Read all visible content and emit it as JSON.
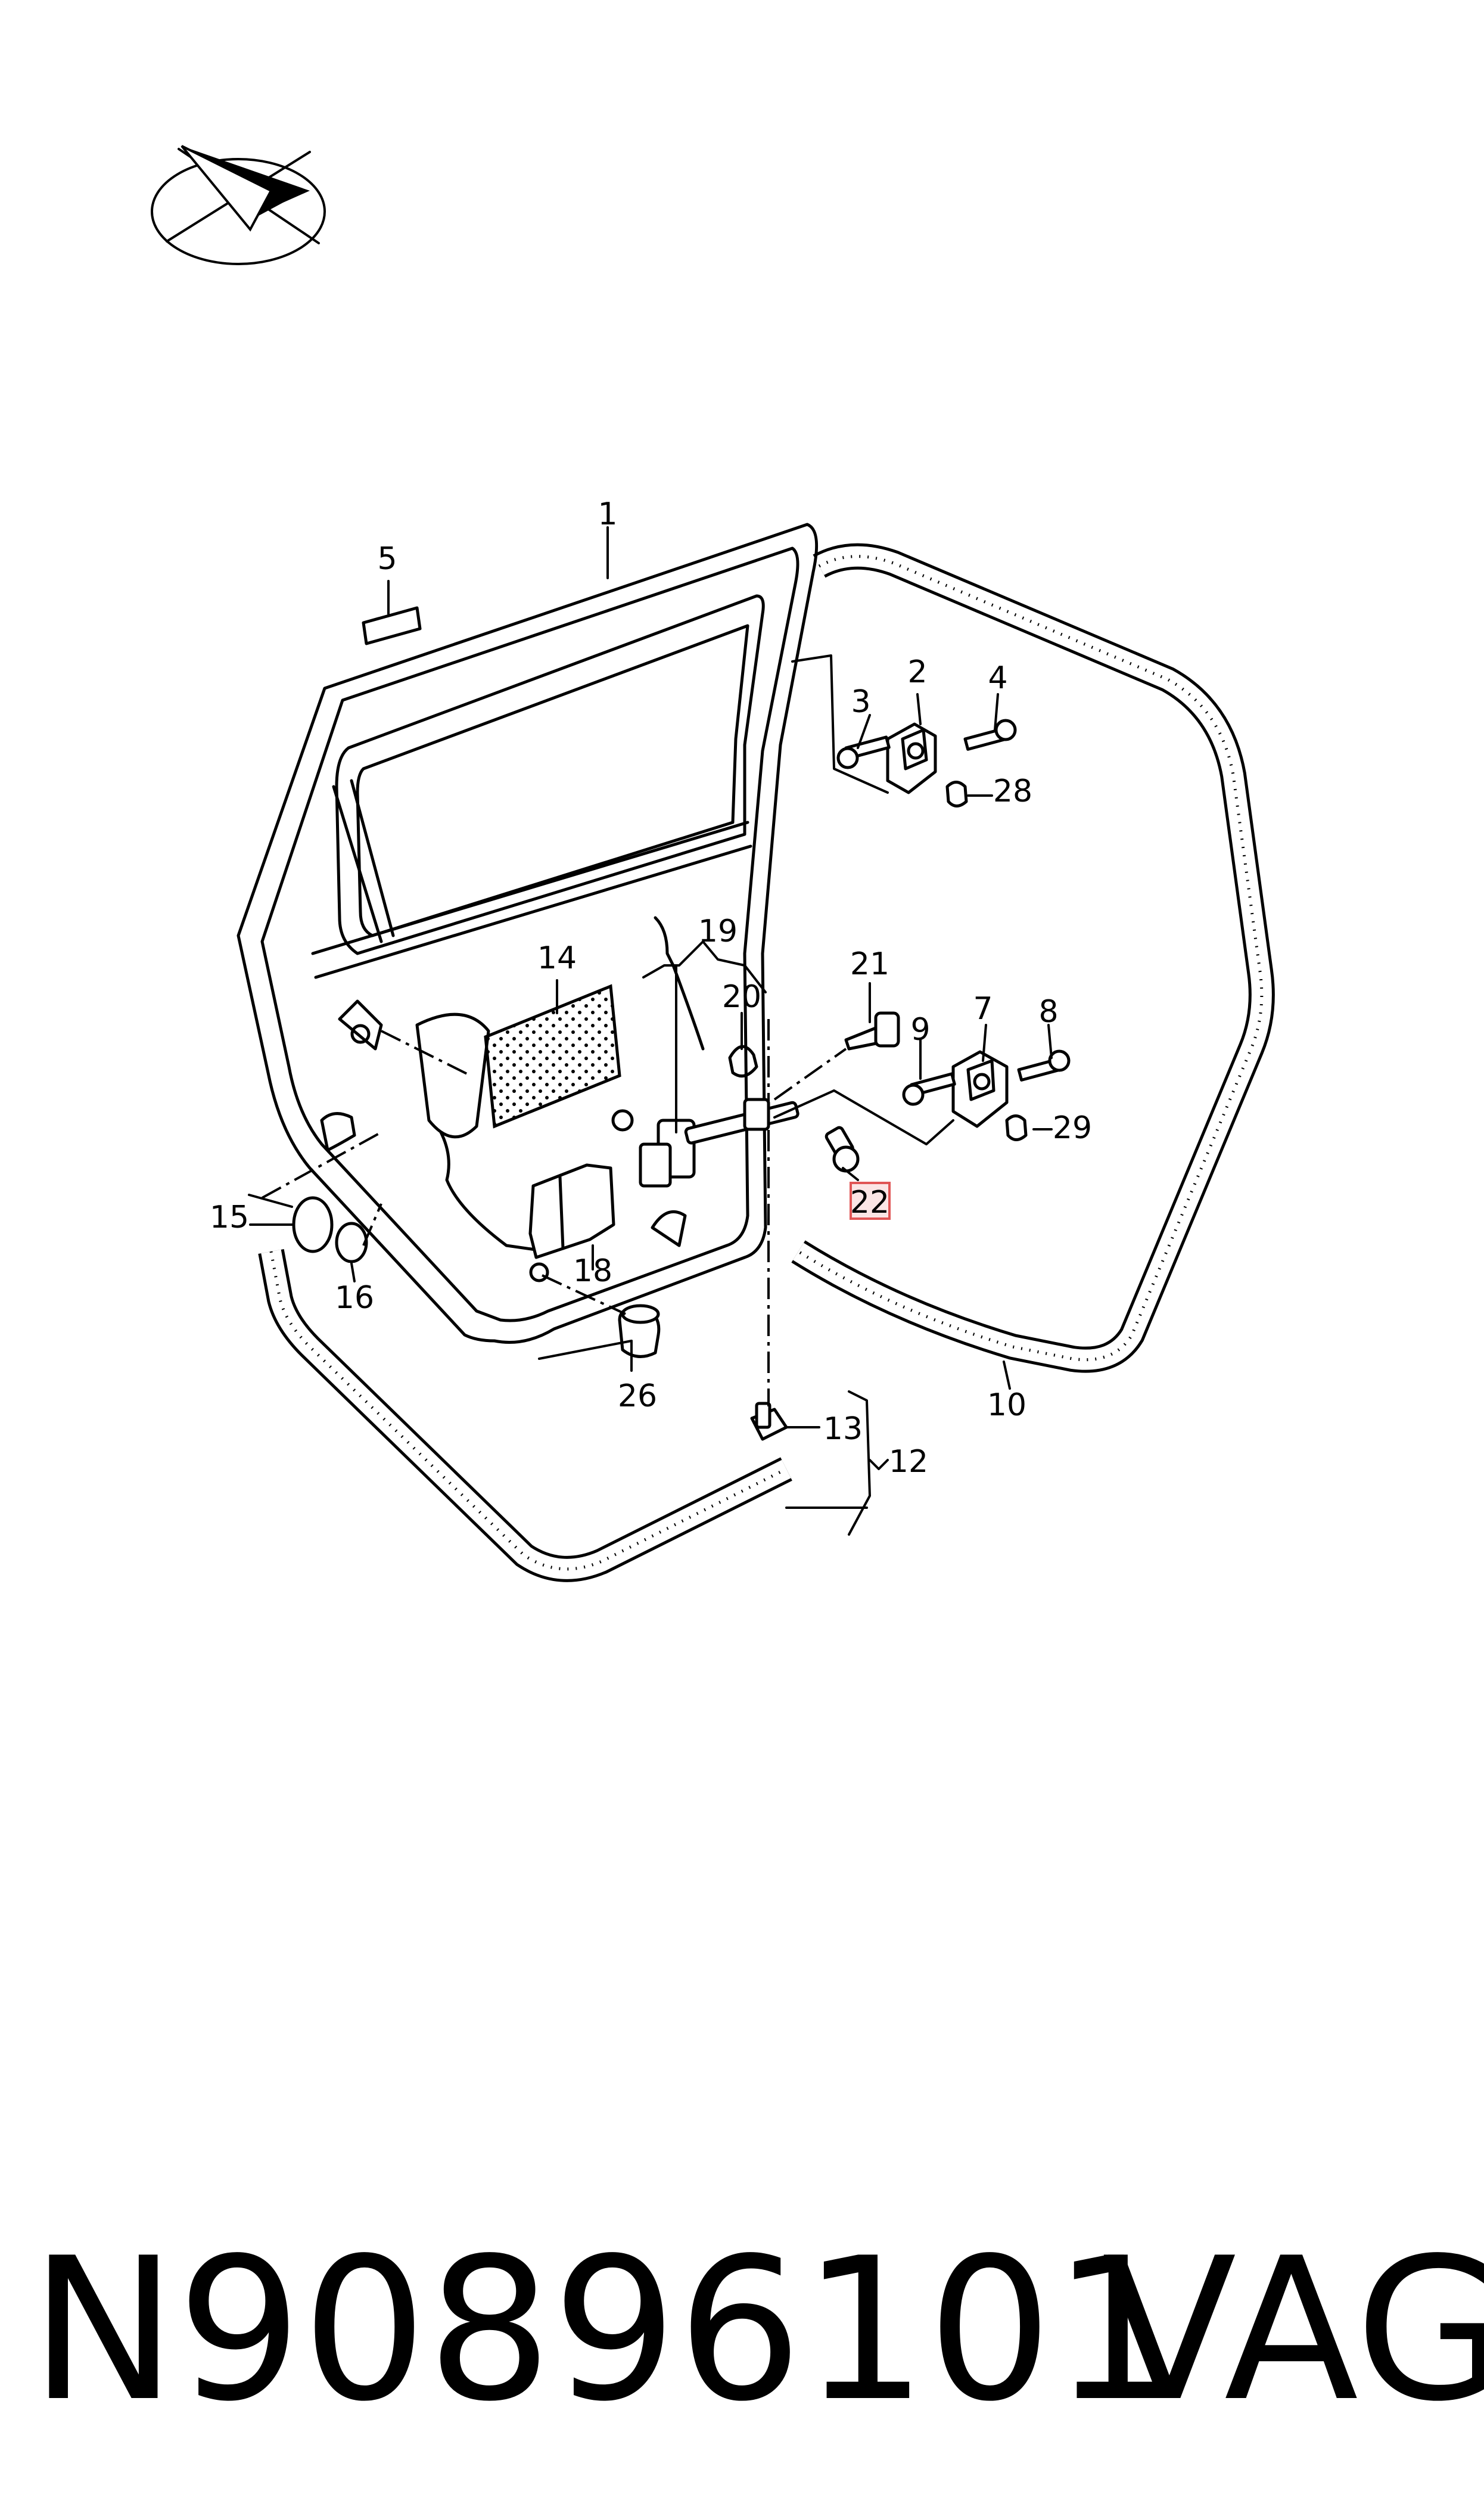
{
  "diagram": {
    "callouts": [
      "1",
      "2",
      "3",
      "4",
      "5",
      "7",
      "8",
      "9",
      "10",
      "12",
      "13",
      "14",
      "15",
      "16",
      "18",
      "19",
      "20",
      "21",
      "22",
      "26",
      "28",
      "29"
    ],
    "highlighted_callout": "22",
    "highlight_color": "#e05555",
    "orientation_icon": "direction-arrow-icon"
  },
  "footer": {
    "part_number": "N90896101",
    "brand": "VAG"
  }
}
